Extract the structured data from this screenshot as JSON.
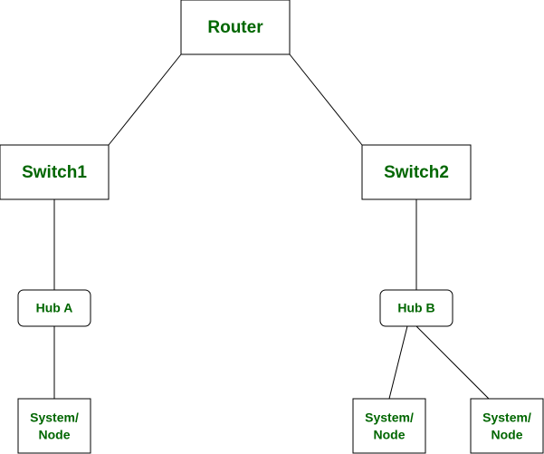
{
  "colors": {
    "label": "#006600",
    "stroke": "#000000",
    "background": "#ffffff"
  },
  "nodes": {
    "router": {
      "label": "Router"
    },
    "switch1": {
      "label": "Switch1"
    },
    "switch2": {
      "label": "Switch2"
    },
    "hub_a": {
      "label": "Hub A"
    },
    "hub_b": {
      "label": "Hub B"
    },
    "node_a1": {
      "line1": "System/",
      "line2": "Node"
    },
    "node_b1": {
      "line1": "System/",
      "line2": "Node"
    },
    "node_b2": {
      "line1": "System/",
      "line2": "Node"
    }
  }
}
